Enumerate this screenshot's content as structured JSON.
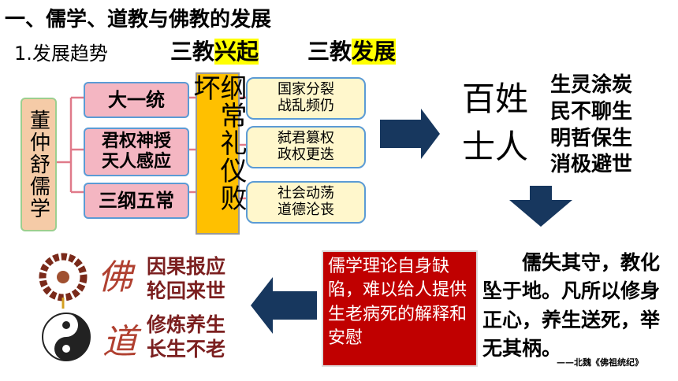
{
  "heading": "一、儒学、道教与佛教的发展",
  "subheading": "1.发展趋势",
  "trend_1": {
    "prefix": "三教",
    "highlight": "兴起"
  },
  "trend_2": {
    "prefix": "三教",
    "highlight": "发展"
  },
  "root": "董仲舒儒学",
  "branches": [
    "大一统",
    "君权神授\n天人感应",
    "三纲五常"
  ],
  "collapse": "纲常礼仪败坏",
  "effects": [
    "国家分裂\n战乱频仍",
    "弑君篡权\n政权更迭",
    "社会动荡\n道德沦丧"
  ],
  "people_label": "百姓\n士人",
  "people_state": [
    "生灵涂炭",
    "民不聊生",
    "明哲保生",
    "消极避世"
  ],
  "quote": "儒失其守，教化坠于地。凡所以修身正心，养生送死，举无其柄。",
  "quote_source": "——北魏《佛祖统纪》",
  "defect": "儒学理论自身缺陷，难以给人提供生老病死的解释和安慰",
  "buddhism_char": "佛",
  "taoism_char": "道",
  "buddhism_points": [
    "因果报应",
    "轮回来世"
  ],
  "taoism_points": [
    "修炼养生",
    "长生不老"
  ],
  "colors": {
    "pink": "#f4b6c2",
    "cream": "#fff7cc",
    "orange": "#ffc000",
    "navy": "#17375e",
    "red": "#c00000",
    "highlight": "#ffff00"
  }
}
